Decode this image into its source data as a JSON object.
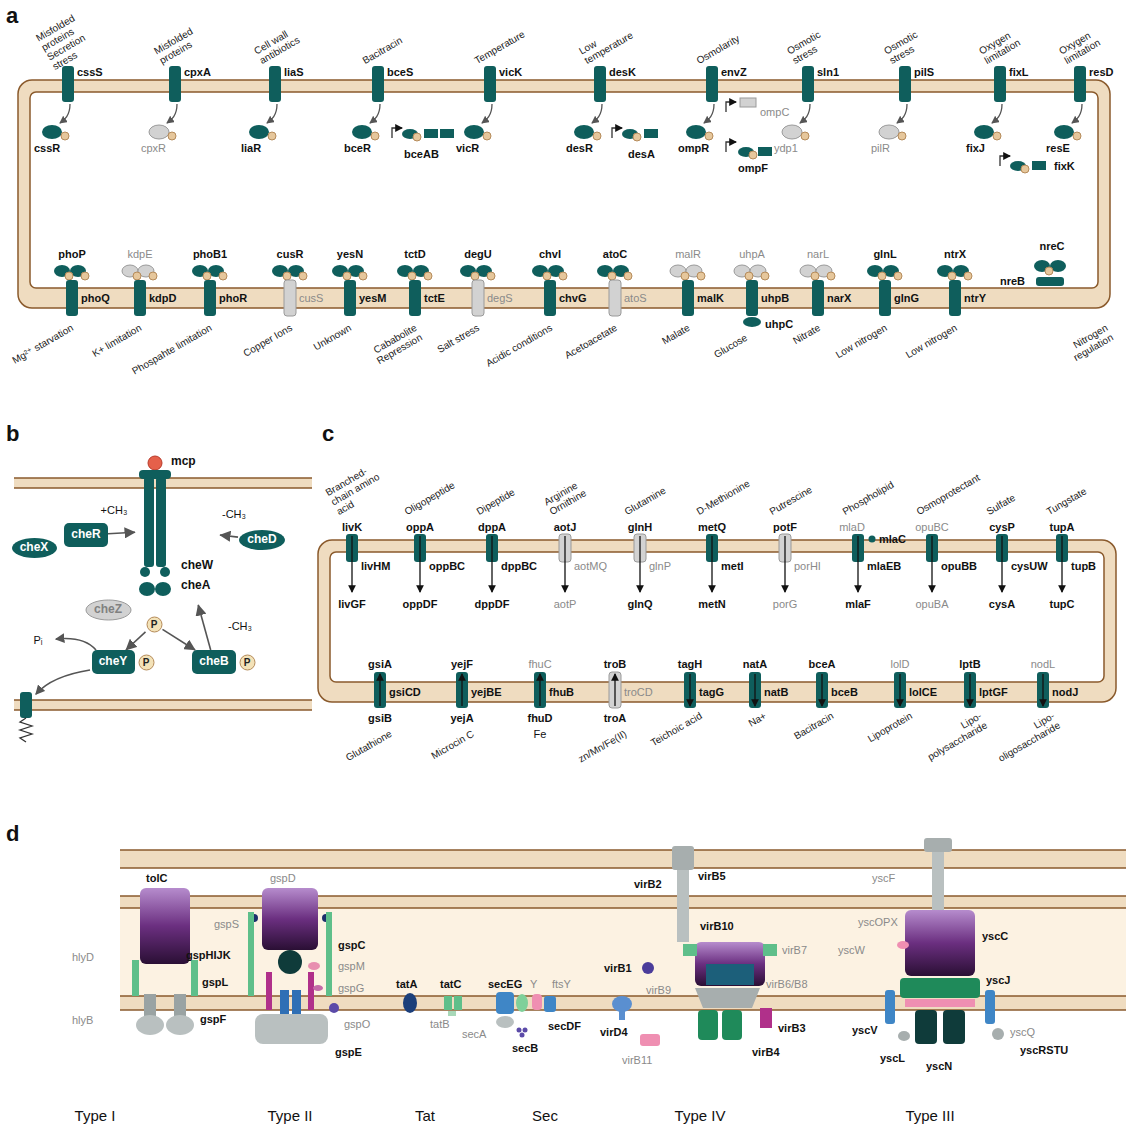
{
  "diagram": {
    "nodes": [
      {
        "text": [
          "mcp",
          "cheW",
          "cheA"
        ]
      },
      {
        "text": [
          "cheX"
        ]
      },
      {
        "text": [
          "cheR"
        ]
      },
      {
        "text": [
          "cheD"
        ]
      },
      {
        "text": [
          "cheZ"
        ]
      },
      {
        "text": [
          "P"
        ]
      },
      {
        "text": [
          "cheY"
        ]
      },
      {
        "text": [
          "P"
        ]
      },
      {
        "text": [
          "cheB"
        ]
      },
      {
        "text": [
          "P"
        ]
      }
    ],
    "edges": [
      {
        "from": 2,
        "to": 0,
        "arrow": "to",
        "label": "+CH₃"
      },
      {
        "from": 3,
        "to": 0,
        "arrow": "to",
        "label": "-CH₃"
      },
      {
        "from": 8,
        "to": 0,
        "arrow": "to",
        "label": "-CH₃"
      },
      {
        "from": 5,
        "to": 6,
        "arrow": "to"
      },
      {
        "from": 5,
        "to": 8,
        "arrow": "to"
      }
    ],
    "labels": [
      "a",
      "Misfolded proteins Secretion stress",
      "cssS",
      "cssR",
      "Misfolded proteins",
      "cpxA",
      "cpxR",
      "Cell wall antibiotics",
      "liaS",
      "liaR",
      "Bacitracin",
      "bceS",
      "bceR",
      "bceAB",
      "Temperature",
      "vicK",
      "vicR",
      "Low temperature",
      "desK",
      "desR",
      "desA",
      "Osmolarity",
      "envZ",
      "ompR",
      "ompC",
      "ompF",
      "Osmotic stress",
      "sln1",
      "ydp1",
      "Osmotic stress",
      "pilS",
      "pilR",
      "Oxygen limitation",
      "fixL",
      "fixJ",
      "fixK",
      "Oxygen limitation",
      "resD",
      "resE",
      "phoP",
      "phoQ",
      "Mg²⁺ starvation",
      "kdpE",
      "kdpD",
      "K+ limitation",
      "phoB1",
      "phoR",
      "Phospahte limitation",
      "cusR",
      "cusS",
      "Copper Ions",
      "yesN",
      "yesM",
      "Unknown",
      "tctD",
      "tctE",
      "Cababolite Repression",
      "degU",
      "degS",
      "Salt stress",
      "chvI",
      "chvG",
      "Acidic conditions",
      "atoC",
      "atoS",
      "Acetoacetate",
      "malR",
      "malK",
      "Malate",
      "uhpA",
      "uhpB",
      "uhpC",
      "Glucose",
      "narL",
      "narX",
      "Nitrate",
      "glnL",
      "glnG",
      "Low nitrogen",
      "ntrX",
      "ntrY",
      "Low nitrogen",
      "nreC",
      "nreB",
      "Nitrogen regulation",
      "b",
      "Pᵢ",
      "c",
      "Branched-chain amino acid",
      "livK",
      "livHM",
      "livGF",
      "Oligopeptide",
      "oppA",
      "oppBC",
      "oppDF",
      "Dipeptide",
      "dppA",
      "dppBC",
      "dppDF",
      "Arginine Ornithine",
      "aotJ",
      "aotMQ",
      "aotP",
      "Glutamine",
      "glnH",
      "glnP",
      "glnQ",
      "D-Methionine",
      "metQ",
      "metI",
      "metN",
      "Putrescine",
      "potF",
      "porHI",
      "porG",
      "Phospholipid",
      "mlaD",
      "mlaC",
      "mlaEB",
      "mlaF",
      "Osmoprotectant",
      "opuBC",
      "opuBB",
      "opuBA",
      "Sulfate",
      "cysP",
      "cysUW",
      "cysA",
      "Tungstate",
      "tupA",
      "tupB",
      "tupC",
      "gsiA",
      "gsiCD",
      "gsiB",
      "Glutathione",
      "yejF",
      "yejBE",
      "yejA",
      "Microcin C",
      "fhuC",
      "fhuB",
      "fhuD",
      "Fe",
      "troB",
      "troCD",
      "troA",
      "zn/Mn/Fe(II)",
      "tagH",
      "tagG",
      "Teichoic acid",
      "natA",
      "natB",
      "Na+",
      "bceA",
      "bceB",
      "Bacitracin",
      "lolD",
      "lolCE",
      "Lipoprotein",
      "lptB",
      "lptGF",
      "Lipo-polysaccharide",
      "nodL",
      "nodJ",
      "Lipo-oligosaccharide",
      "d",
      "tolC",
      "hlyD",
      "hlyB",
      "gspD",
      "gspS",
      "gspC",
      "gspHIJK",
      "gspM",
      "gspL",
      "gspG",
      "gspF",
      "gspO",
      "gspE",
      "tatA",
      "tatC",
      "tatB",
      "secEG",
      "Y",
      "ftsY",
      "secDF",
      "secA",
      "secB",
      "virB5",
      "virB2",
      "virB10",
      "virB7",
      "virB1",
      "virB9",
      "virB6/B8",
      "virD4",
      "virB3",
      "virB4",
      "virB11",
      "yscF",
      "yscOPX",
      "yscC",
      "yscW",
      "yscJ",
      "yscQ",
      "yscV",
      "yscL",
      "yscN",
      "yscRSTU",
      "Type I",
      "Type II",
      "Tat",
      "Sec",
      "Type IV",
      "Type III"
    ]
  }
}
